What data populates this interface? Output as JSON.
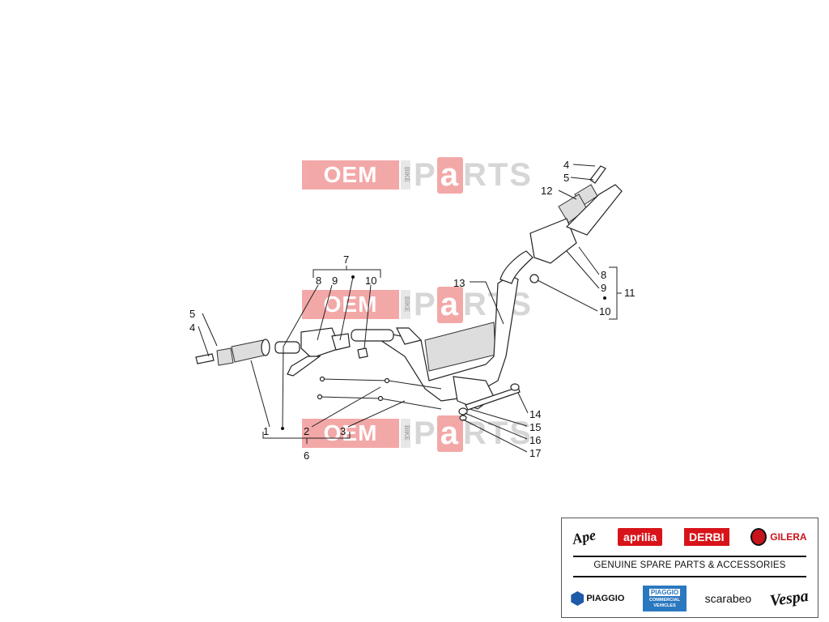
{
  "watermark": {
    "brand_left": "OEM",
    "brand_side": "BIKE",
    "brand_right_pre": "P",
    "brand_right_a": "a",
    "brand_right_post": "RTS"
  },
  "callouts": {
    "n1": "1",
    "n2": "2",
    "n3": "3",
    "n4a": "4",
    "n5a": "5",
    "n6": "6",
    "n7": "7",
    "n8a": "8",
    "n9a": "9",
    "n10a": "10",
    "n4b": "4",
    "n5b": "5",
    "n12": "12",
    "n8b": "8",
    "n9b": "9",
    "n10b": "10",
    "n11": "11",
    "n13": "13",
    "n14": "14",
    "n15": "15",
    "n16": "16",
    "n17": "17"
  },
  "brand_panel": {
    "tagline": "GENUINE SPARE PARTS & ACCESSORIES",
    "logos": {
      "ape": "Ape",
      "aprilia": "aprilia",
      "derbi": "DERBI",
      "gilera": "GILERA",
      "piaggio": "PIAGGIO",
      "piaggio_cv_top": "PIAGGIO",
      "piaggio_cv_bottom": "COMMERCIAL VEHICLES",
      "scarabeo": "scarabeo",
      "vespa": "Vespa"
    },
    "colors": {
      "aprilia": "#d7141a",
      "derbi": "#d7141a",
      "gilera": "#c8141c",
      "piaggio": "#1e5aa8",
      "piaggio_cv": "#2a78c0"
    }
  }
}
